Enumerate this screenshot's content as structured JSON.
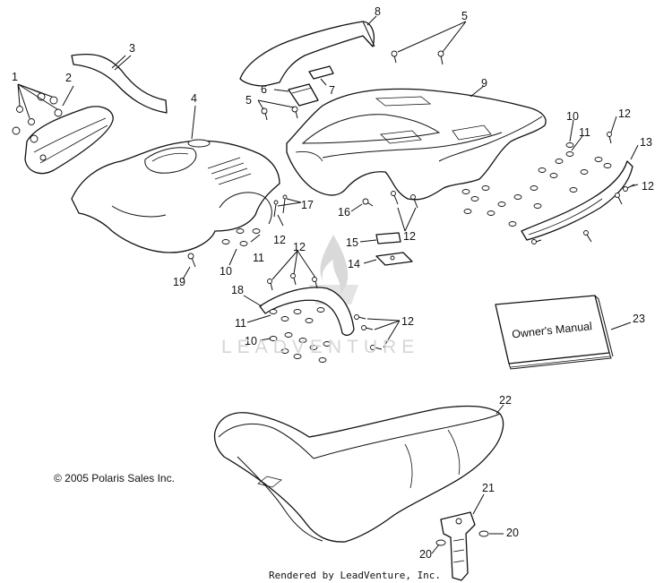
{
  "copyright": "© 2005 Polaris Sales Inc.",
  "rendered_by": "Rendered by LeadVenture, Inc.",
  "watermark": "LEADVENTURE",
  "manual_label": "Owner's Manual",
  "callouts": {
    "c1": "1",
    "c2": "2",
    "c3": "3",
    "c4": "4",
    "c5a": "5",
    "c5b": "5",
    "c6": "6",
    "c7": "7",
    "c8": "8",
    "c9": "9",
    "c10a": "10",
    "c10b": "10",
    "c10c": "10",
    "c11a": "11",
    "c11b": "11",
    "c11c": "11",
    "c12a": "12",
    "c12b": "12",
    "c12c": "12",
    "c12d": "12",
    "c12e": "12",
    "c12f": "12",
    "c13": "13",
    "c14": "14",
    "c15": "15",
    "c16": "16",
    "c17": "17",
    "c18": "18",
    "c19": "19",
    "c20a": "20",
    "c20b": "20",
    "c21": "21",
    "c22": "22",
    "c23": "23"
  }
}
